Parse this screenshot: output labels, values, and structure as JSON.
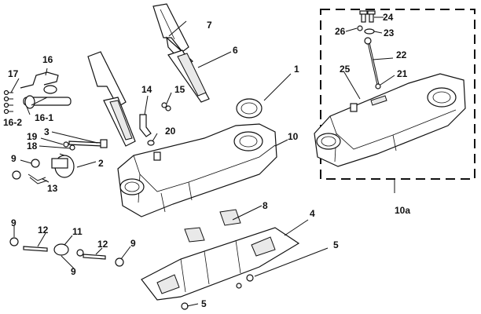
{
  "callouts": [
    {
      "id": "c1",
      "text": "1"
    },
    {
      "id": "c2",
      "text": "2"
    },
    {
      "id": "c3",
      "text": "3"
    },
    {
      "id": "c4",
      "text": "4"
    },
    {
      "id": "c5a",
      "text": "5"
    },
    {
      "id": "c5b",
      "text": "5"
    },
    {
      "id": "c6",
      "text": "6"
    },
    {
      "id": "c7",
      "text": "7"
    },
    {
      "id": "c8",
      "text": "8"
    },
    {
      "id": "c9a",
      "text": "9"
    },
    {
      "id": "c9b",
      "text": "9"
    },
    {
      "id": "c9c",
      "text": "9"
    },
    {
      "id": "c9d",
      "text": "9"
    },
    {
      "id": "c10",
      "text": "10"
    },
    {
      "id": "c10a",
      "text": "10a"
    },
    {
      "id": "c11",
      "text": "11"
    },
    {
      "id": "c12a",
      "text": "12"
    },
    {
      "id": "c12b",
      "text": "12"
    },
    {
      "id": "c13",
      "text": "13"
    },
    {
      "id": "c14",
      "text": "14"
    },
    {
      "id": "c15",
      "text": "15"
    },
    {
      "id": "c16",
      "text": "16"
    },
    {
      "id": "c16-1",
      "text": "16-1"
    },
    {
      "id": "c16-2",
      "text": "16-2"
    },
    {
      "id": "c17",
      "text": "17"
    },
    {
      "id": "c18",
      "text": "18"
    },
    {
      "id": "c19",
      "text": "19"
    },
    {
      "id": "c20",
      "text": "20"
    },
    {
      "id": "c21",
      "text": "21"
    },
    {
      "id": "c22",
      "text": "22"
    },
    {
      "id": "c23",
      "text": "23"
    },
    {
      "id": "c24",
      "text": "24"
    },
    {
      "id": "c25",
      "text": "25"
    },
    {
      "id": "c26",
      "text": "26"
    }
  ]
}
